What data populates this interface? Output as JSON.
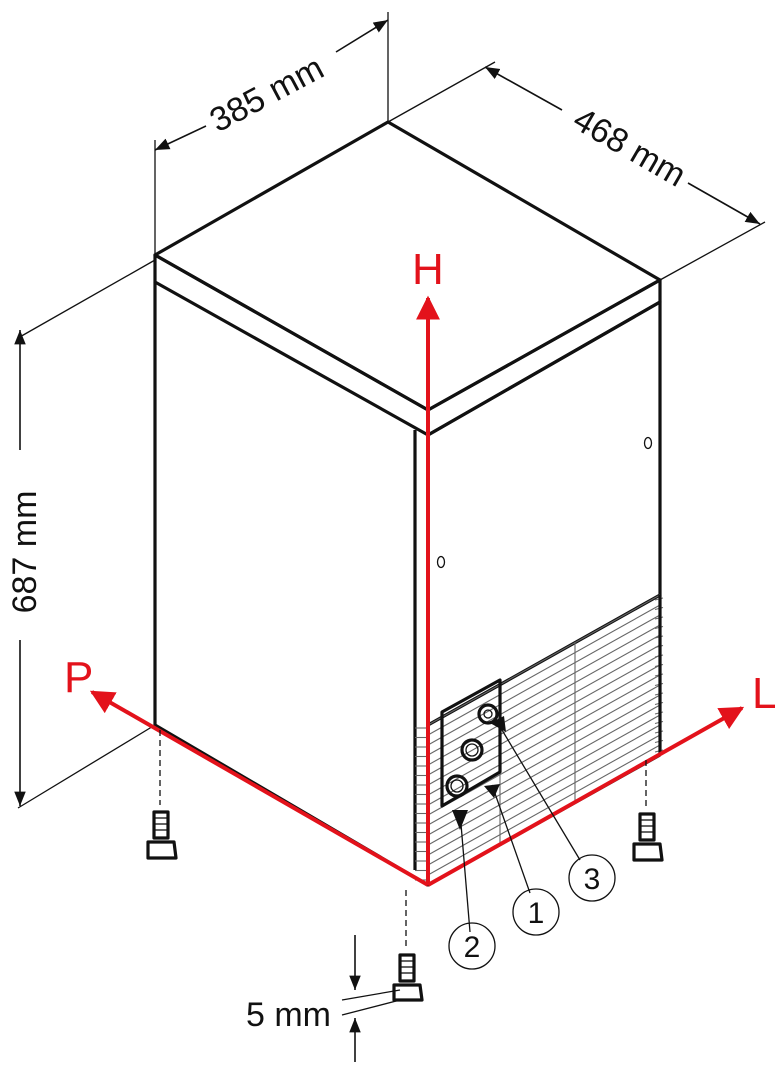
{
  "dimensions": {
    "width": "385 mm",
    "depth": "468 mm",
    "height": "687 mm",
    "foot": "5 mm"
  },
  "axes": {
    "height_axis": "H",
    "left_axis": "P",
    "right_axis": "L"
  },
  "callouts": [
    "1",
    "2",
    "3"
  ],
  "colors": {
    "axis": "#e3121b",
    "line": "#111111"
  }
}
